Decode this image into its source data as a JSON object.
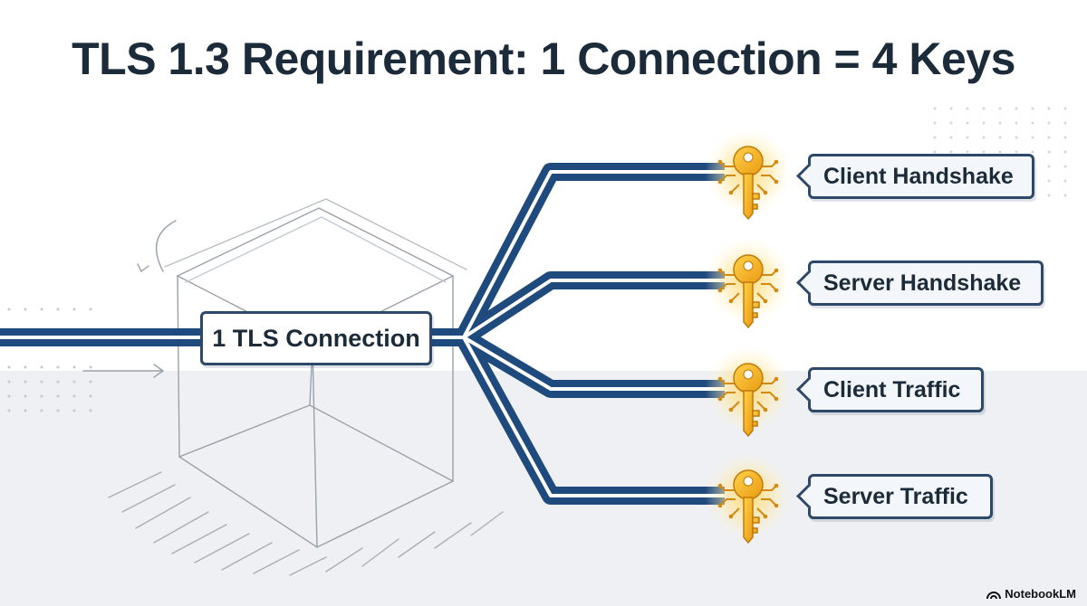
{
  "title": "TLS 1.3 Requirement: 1 Connection = 4 Keys",
  "connection": {
    "label": "1 TLS Connection"
  },
  "keys": [
    {
      "label": "Client Handshake",
      "icon": "key-icon"
    },
    {
      "label": "Server Handshake",
      "icon": "key-icon"
    },
    {
      "label": "Client Traffic",
      "icon": "key-icon"
    },
    {
      "label": "Server Traffic",
      "icon": "key-icon"
    }
  ],
  "colors": {
    "line": "#1f4a7d",
    "key": "#f5a623",
    "text": "#1c2b3a"
  },
  "watermark": "NotebookLM"
}
